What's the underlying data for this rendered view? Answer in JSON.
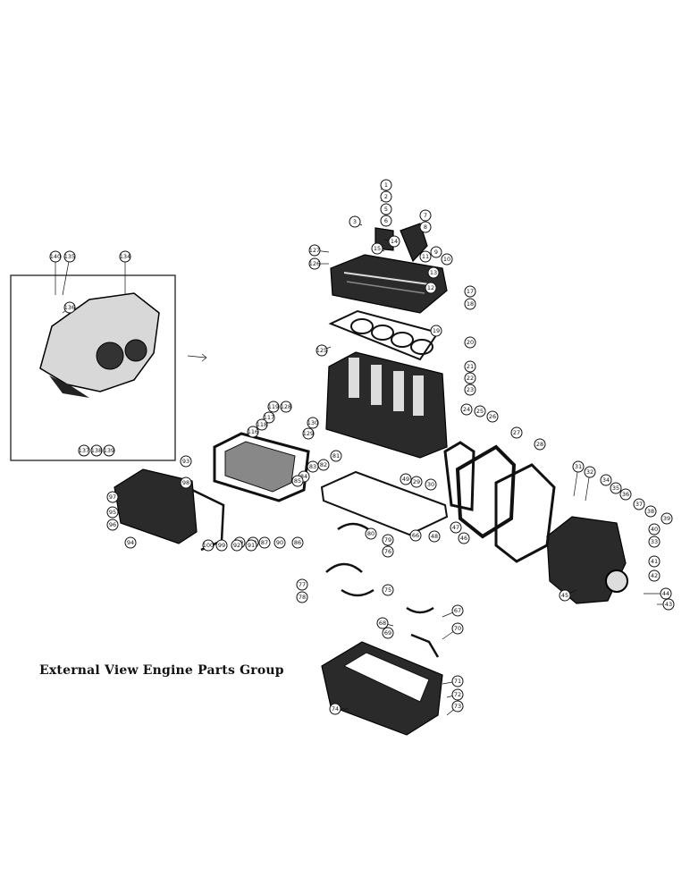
{
  "caption": "External View Engine Parts Group",
  "callouts": [
    {
      "label": "1"
    },
    {
      "label": "2"
    },
    {
      "label": "3"
    },
    {
      "label": "5"
    },
    {
      "label": "6"
    },
    {
      "label": "7"
    },
    {
      "label": "8"
    },
    {
      "label": "9"
    },
    {
      "label": "10"
    },
    {
      "label": "11"
    },
    {
      "label": "12"
    },
    {
      "label": "13"
    },
    {
      "label": "14"
    },
    {
      "label": "15"
    },
    {
      "label": "17"
    },
    {
      "label": "18"
    },
    {
      "label": "19"
    },
    {
      "label": "20"
    },
    {
      "label": "21"
    },
    {
      "label": "22"
    },
    {
      "label": "23"
    },
    {
      "label": "24"
    },
    {
      "label": "25"
    },
    {
      "label": "26"
    },
    {
      "label": "27"
    },
    {
      "label": "28"
    },
    {
      "label": "29"
    },
    {
      "label": "30"
    },
    {
      "label": "31"
    },
    {
      "label": "32"
    },
    {
      "label": "33"
    },
    {
      "label": "34"
    },
    {
      "label": "35"
    },
    {
      "label": "36"
    },
    {
      "label": "37"
    },
    {
      "label": "38"
    },
    {
      "label": "39"
    },
    {
      "label": "40"
    },
    {
      "label": "41"
    },
    {
      "label": "42"
    },
    {
      "label": "43"
    },
    {
      "label": "44"
    },
    {
      "label": "45"
    },
    {
      "label": "46"
    },
    {
      "label": "47"
    },
    {
      "label": "48"
    },
    {
      "label": "49"
    },
    {
      "label": "66"
    },
    {
      "label": "67"
    },
    {
      "label": "68"
    },
    {
      "label": "69"
    },
    {
      "label": "70"
    },
    {
      "label": "71"
    },
    {
      "label": "72"
    },
    {
      "label": "73"
    },
    {
      "label": "74"
    },
    {
      "label": "75"
    },
    {
      "label": "76"
    },
    {
      "label": "77"
    },
    {
      "label": "78"
    },
    {
      "label": "79"
    },
    {
      "label": "80"
    },
    {
      "label": "81"
    },
    {
      "label": "82"
    },
    {
      "label": "83"
    },
    {
      "label": "84"
    },
    {
      "label": "85"
    },
    {
      "label": "86"
    },
    {
      "label": "87"
    },
    {
      "label": "88"
    },
    {
      "label": "89"
    },
    {
      "label": "90"
    },
    {
      "label": "91"
    },
    {
      "label": "92"
    },
    {
      "label": "93"
    },
    {
      "label": "94"
    },
    {
      "label": "95"
    },
    {
      "label": "96"
    },
    {
      "label": "97"
    },
    {
      "label": "98"
    },
    {
      "label": "99"
    },
    {
      "label": "100"
    },
    {
      "label": "116"
    },
    {
      "label": "117"
    },
    {
      "label": "118"
    },
    {
      "label": "119"
    },
    {
      "label": "125"
    },
    {
      "label": "126"
    },
    {
      "label": "127"
    },
    {
      "label": "128"
    },
    {
      "label": "129"
    },
    {
      "label": "130"
    },
    {
      "label": "134"
    },
    {
      "label": "135"
    },
    {
      "label": "136"
    },
    {
      "label": "137"
    },
    {
      "label": "138"
    },
    {
      "label": "139"
    },
    {
      "label": "140"
    }
  ]
}
